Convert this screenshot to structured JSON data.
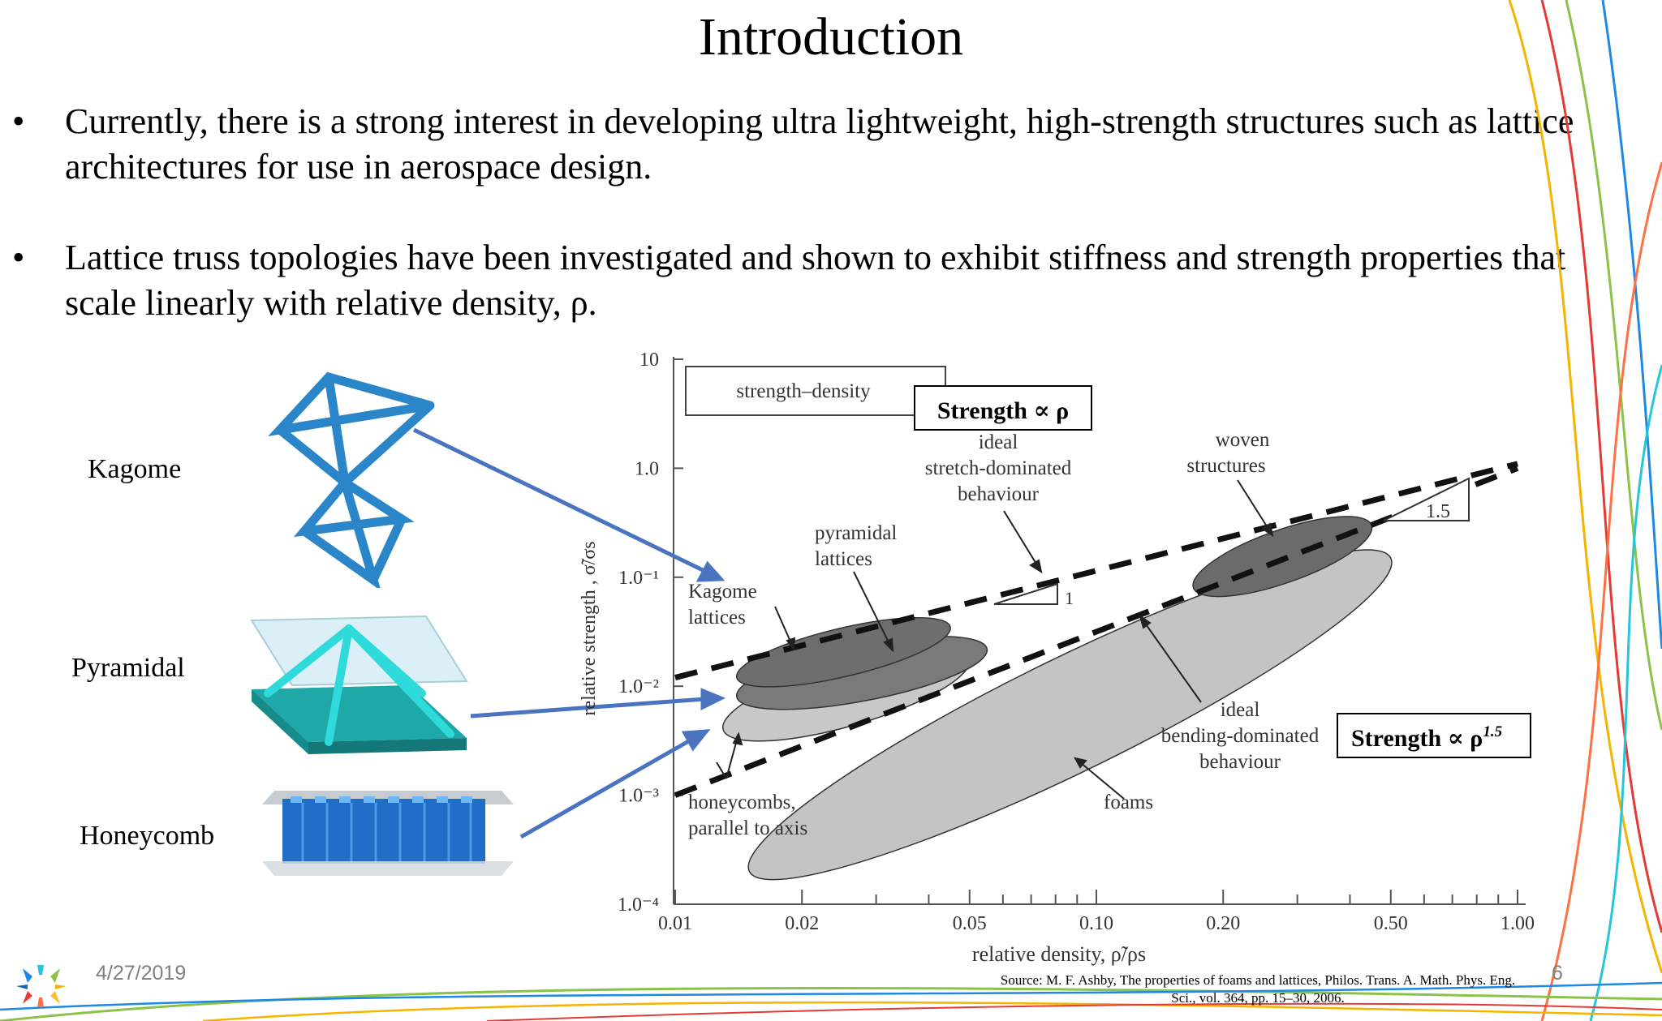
{
  "slide": {
    "title": "Introduction",
    "bullets": [
      {
        "marker": "•",
        "text": "Currently, there is a strong interest in developing ultra lightweight, high-strength structures such as lattice architectures for use in aerospace design."
      },
      {
        "marker": "•",
        "text": "Lattice truss topologies have been investigated and shown to exhibit stiffness and strength properties that scale linearly with relative density, ρ."
      }
    ],
    "footer": {
      "date": "4/27/2019",
      "page_number": "6",
      "source": "Source: M. F. Ashby, The properties of foams and lattices, Philos. Trans. A. Math. Phys. Eng. Sci., vol. 364, pp. 15–30, 2006."
    }
  },
  "lattice_labels": {
    "kagome": "Kagome",
    "pyramidal": "Pyramidal",
    "honeycomb": "Honeycomb"
  },
  "figure": {
    "box_label": "strength–density",
    "y_axis_label": "relative strength , σ̃/σs",
    "x_axis_label": "relative density, ρ̃/ρs",
    "y_tick_labels": [
      "10",
      "1.0",
      "1.0⁻¹",
      "1.0⁻²",
      "1.0⁻³",
      "1.0⁻⁴"
    ],
    "x_tick_labels": [
      "0.01",
      "0.02",
      "0.05",
      "0.10",
      "0.20",
      "0.50",
      "1.00"
    ],
    "annotations": {
      "strength_linear": "Strength ∝  ρ",
      "strength_power_base": "Strength ∝ ρ",
      "strength_power_exp": "1.5",
      "stretch_lines": [
        "ideal",
        "stretch-dominated",
        "behaviour"
      ],
      "bending_lines": [
        "ideal",
        "bending-dominated",
        "behaviour"
      ],
      "woven_lines": [
        "woven",
        "structures"
      ],
      "pyramidal_lines": [
        "pyramidal",
        "lattices"
      ],
      "kagome_lines": [
        "Kagome",
        "lattices"
      ],
      "honeycomb_lines": [
        "honeycombs,",
        "parallel to axis"
      ],
      "foams": "foams",
      "slope_1": "1",
      "slope_15": "1.5"
    }
  },
  "chart_data": {
    "type": "scatter",
    "title": "strength–density",
    "xlabel": "relative density, ρ̃/ρs",
    "ylabel": "relative strength , σ̃/σs",
    "xscale": "log",
    "yscale": "log",
    "xlim": [
      0.01,
      1.0
    ],
    "ylim": [
      0.0001,
      10
    ],
    "grid": false,
    "legend": "none",
    "series": [
      {
        "name": "Strength ∝  ρ",
        "kind": "line",
        "x": [
          0.01,
          1.0
        ],
        "y": [
          0.012,
          1.1
        ]
      },
      {
        "name": "Strength ∝ ρ1.5",
        "kind": "line",
        "x": [
          0.01,
          1.0
        ],
        "y": [
          0.001,
          1.0
        ]
      }
    ],
    "regions": [
      {
        "label": "Kagome lattices",
        "x": [
          0.014,
          0.045
        ],
        "y": [
          0.012,
          0.035
        ]
      },
      {
        "label": "pyramidal lattices",
        "x": [
          0.014,
          0.055
        ],
        "y": [
          0.008,
          0.022
        ]
      },
      {
        "label": "honeycombs, parallel to axis",
        "x": [
          0.013,
          0.05
        ],
        "y": [
          0.004,
          0.018
        ]
      },
      {
        "label": "foams",
        "x": [
          0.015,
          0.5
        ],
        "y": [
          0.0002,
          0.15
        ]
      },
      {
        "label": "woven structures",
        "x": [
          0.17,
          0.45
        ],
        "y": [
          0.08,
          0.3
        ]
      }
    ]
  }
}
